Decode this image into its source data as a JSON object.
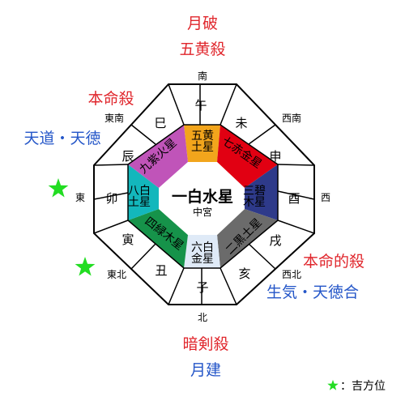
{
  "labels": {
    "south_top": "月破",
    "south_bottom": "五黄殺",
    "southeast": "本命殺",
    "east_lucky": "天道・天徳",
    "north_top": "暗剣殺",
    "north_bottom": "月建",
    "northwest_top": "本命的殺",
    "northwest_bottom": "生気・天徳合",
    "legend": "：吉方位"
  },
  "directions": {
    "south": "南",
    "southwest": "西南",
    "west": "西",
    "northwest": "西北",
    "north": "北",
    "northeast": "東北",
    "east": "東",
    "southeast": "東南"
  },
  "zodiac": {
    "uma": "午",
    "hitsuji": "未",
    "saru": "申",
    "tori": "酉",
    "inu": "戌",
    "i": "亥",
    "ne": "子",
    "ushi": "丑",
    "tora": "寅",
    "u": "卯",
    "tatsu": "辰",
    "mi": "巳"
  },
  "stars": {
    "center_name": "一白水星",
    "center_sub": "中宮",
    "south_1": "五黄",
    "south_2": "土星",
    "southwest": "七赤金星",
    "west_1": "三碧",
    "west_2": "木星",
    "northwest": "二黒土星",
    "north_1": "六白",
    "north_2": "金星",
    "northeast": "四緑木星",
    "east_1": "八白",
    "east_2": "土星",
    "southeast": "九紫火星"
  },
  "colors": {
    "south": "#f2a51c",
    "southwest": "#e10012",
    "west": "#2e3a8a",
    "northwest": "#6b6b6b",
    "north": "#dfeaf7",
    "northeast": "#16934a",
    "east": "#13b7bc",
    "southeast": "#c054b9",
    "star_mark": "#22dd22"
  }
}
